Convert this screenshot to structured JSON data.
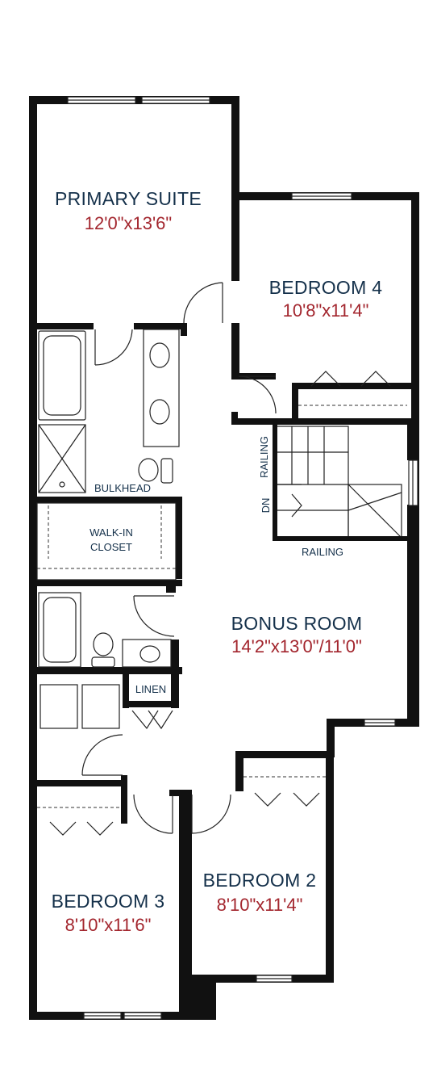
{
  "rooms": {
    "primary_suite": {
      "name": "PRIMARY SUITE",
      "dims": "12'0\"x13'6\""
    },
    "bedroom_4": {
      "name": "BEDROOM 4",
      "dims": "10'8\"x11'4\""
    },
    "bonus_room": {
      "name": "BONUS ROOM",
      "dims": "14'2\"x13'0\"/11'0\""
    },
    "bedroom_3": {
      "name": "BEDROOM 3",
      "dims": "8'10\"x11'6\""
    },
    "bedroom_2": {
      "name": "BEDROOM 2",
      "dims": "8'10\"x11'4\""
    },
    "walk_in_closet": {
      "line1": "WALK-IN",
      "line2": "CLOSET"
    }
  },
  "labels": {
    "bulkhead": "BULKHEAD",
    "linen": "LINEN",
    "railing_left": "RAILING",
    "railing_bottom": "RAILING",
    "down": "DN"
  },
  "colors": {
    "wall": "#111111",
    "room_name": "#14304a",
    "room_dims": "#a3262e"
  }
}
